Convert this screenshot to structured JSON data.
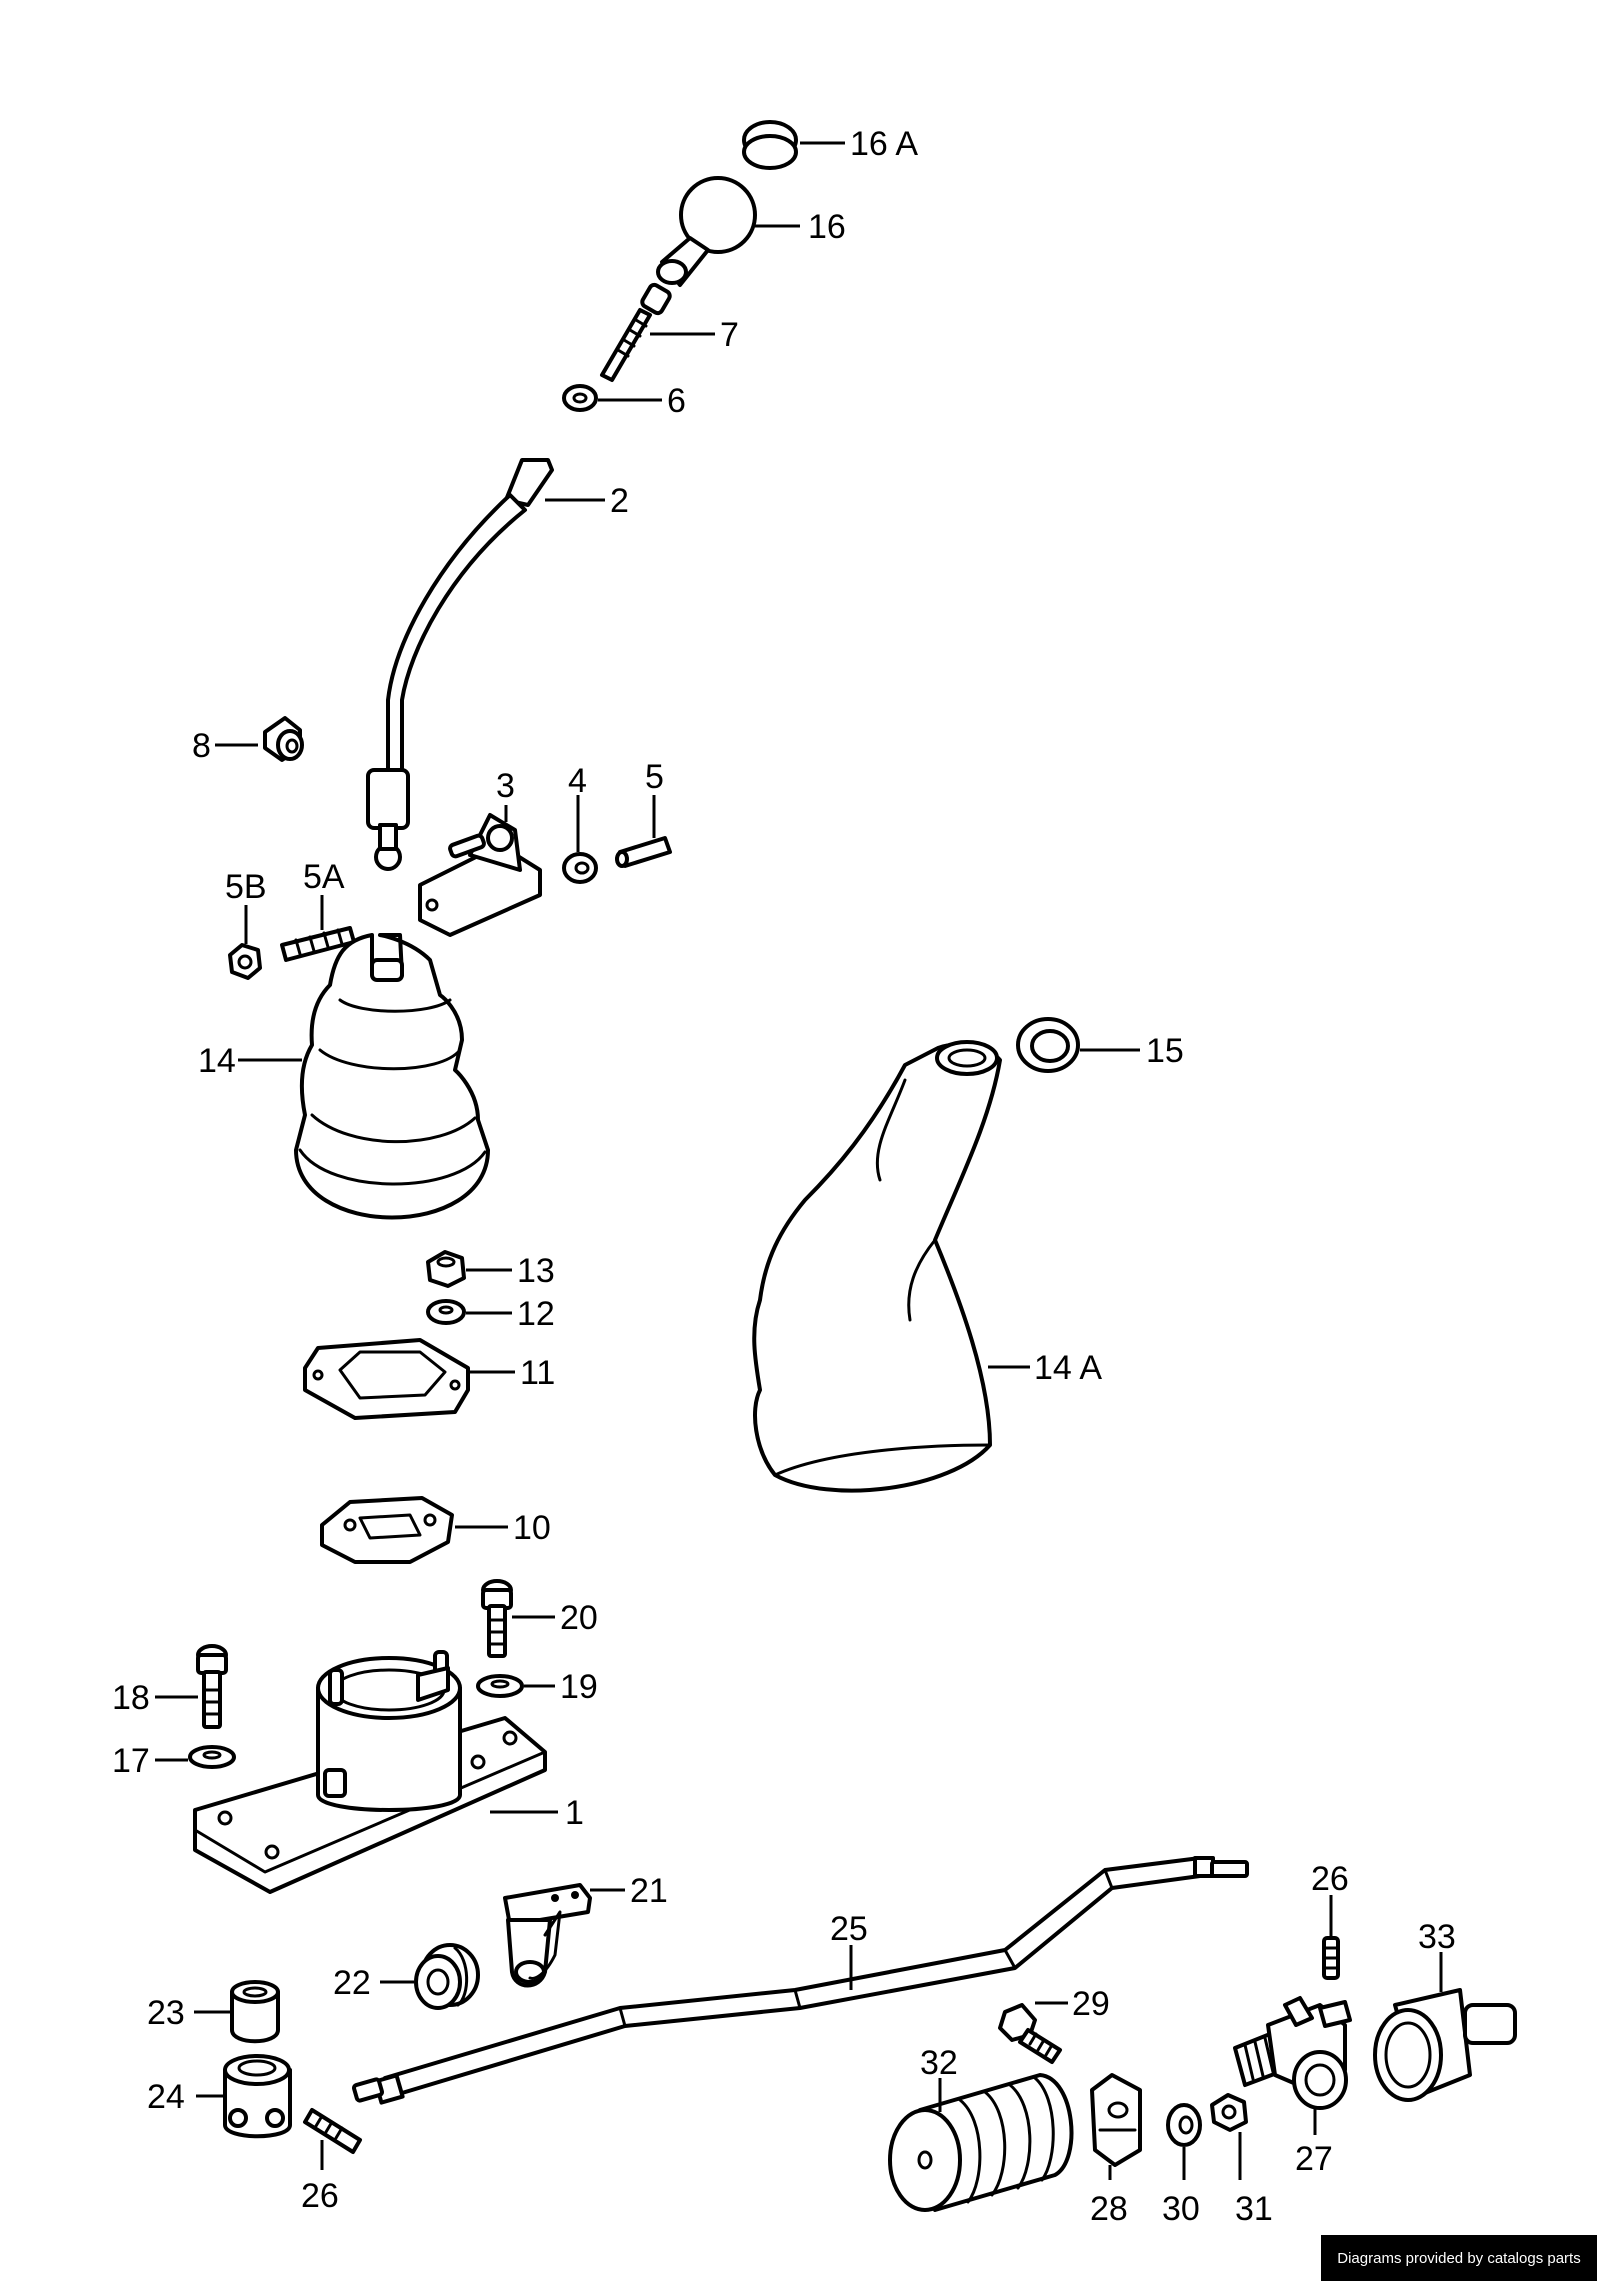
{
  "diagram": {
    "callouts": {
      "c16a": "16 A",
      "c16": "16",
      "c7": "7",
      "c6": "6",
      "c2": "2",
      "c8": "8",
      "c3": "3",
      "c4": "4",
      "c5": "5",
      "c5b": "5B",
      "c5a": "5A",
      "c14": "14",
      "c15": "15",
      "c13": "13",
      "c12": "12",
      "c11": "11",
      "c14a": "14 A",
      "c10": "10",
      "c20": "20",
      "c18": "18",
      "c19": "19",
      "c17": "17",
      "c1": "1",
      "c21": "21",
      "c25": "25",
      "c26top": "26",
      "c33": "33",
      "c22": "22",
      "c23": "23",
      "c29": "29",
      "c32": "32",
      "c24": "24",
      "c26bottom": "26",
      "c28": "28",
      "c30": "30",
      "c31": "31",
      "c27": "27"
    }
  },
  "footer": {
    "credit": "Diagrams provided by catalogs parts"
  }
}
